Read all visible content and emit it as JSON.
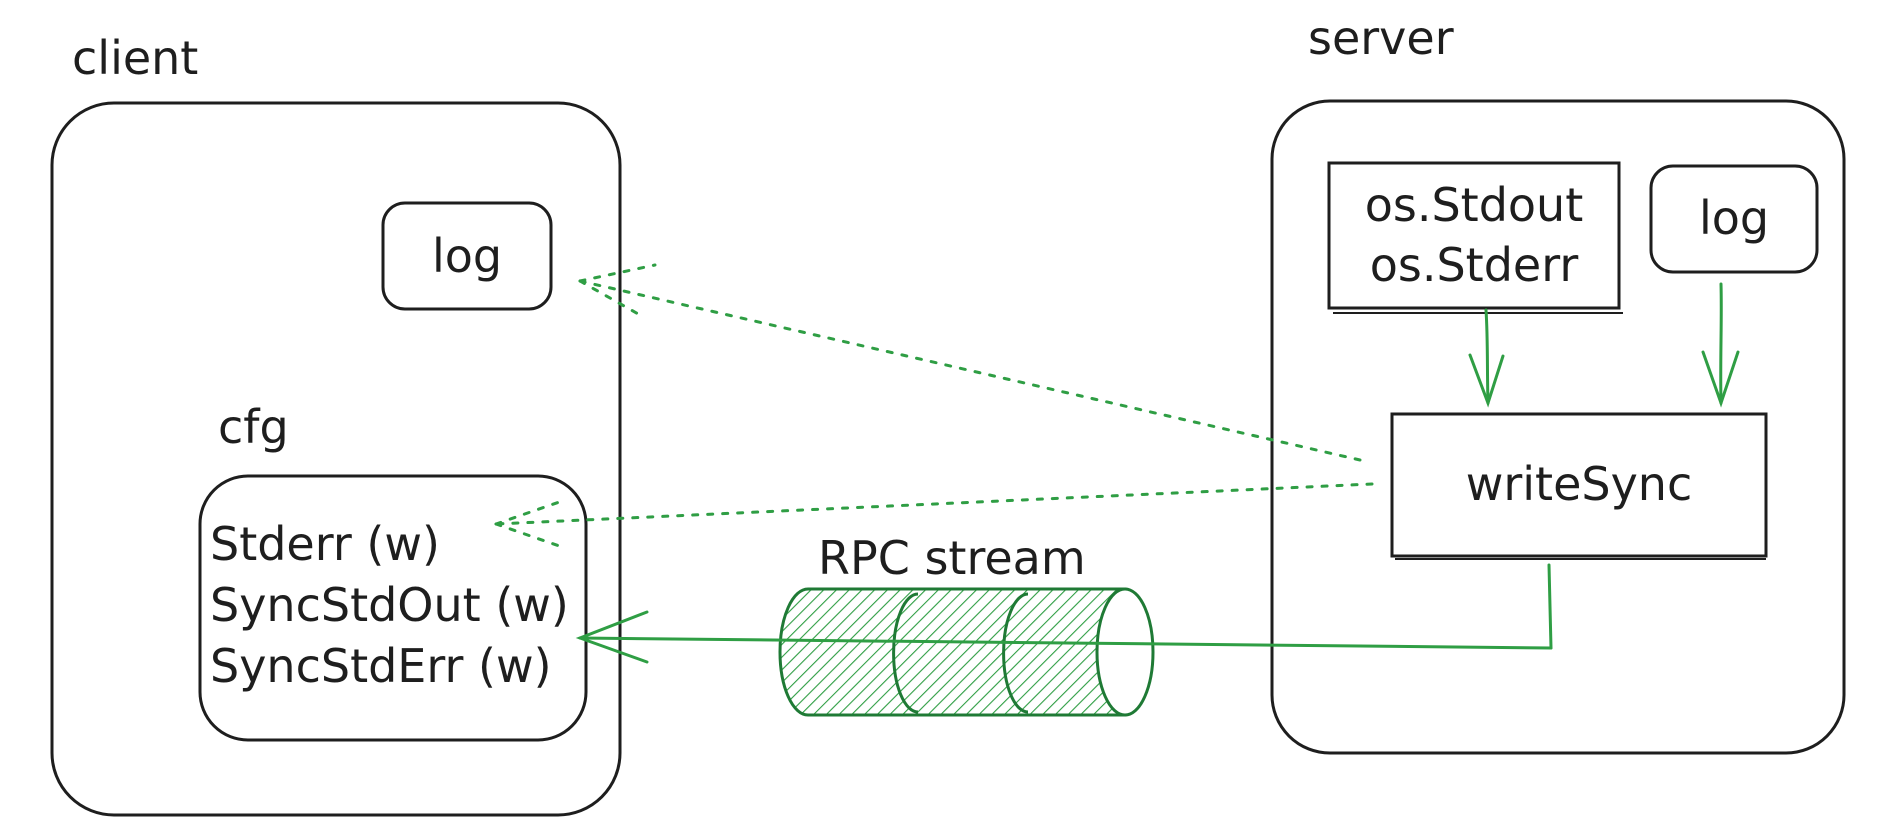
{
  "client": {
    "title": "client",
    "log_label": "log",
    "cfg_label": "cfg",
    "cfg_items": [
      "Stderr (w)",
      "SyncStdOut (w)",
      "SyncStdErr (w)"
    ]
  },
  "server": {
    "title": "server",
    "stdio_lines": [
      "os.Stdout",
      "os.Stderr"
    ],
    "log_label": "log",
    "writesync_label": "writeSync"
  },
  "stream": {
    "label": "RPC stream"
  },
  "colors": {
    "ink": "#1e1e1e",
    "accent": "#2f9e44",
    "accent_dark": "#1f7a35"
  }
}
